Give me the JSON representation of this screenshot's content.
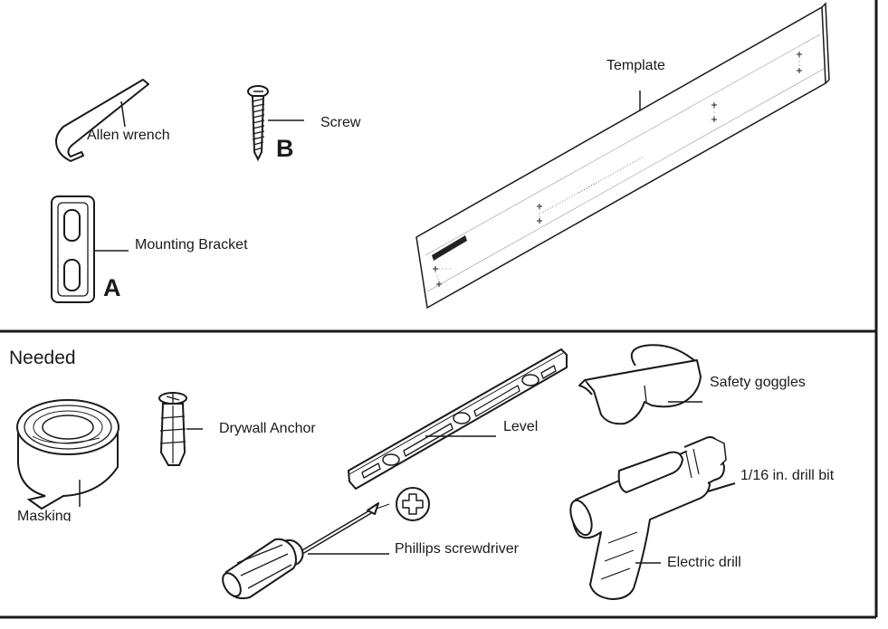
{
  "included": {
    "items": [
      {
        "name": "allen-wrench",
        "label": "Allen wrench"
      },
      {
        "name": "screw",
        "label": "Screw",
        "letter": "B"
      },
      {
        "name": "mounting-bracket",
        "label": "Mounting Bracket",
        "letter": "A"
      },
      {
        "name": "template",
        "label": "Template"
      }
    ]
  },
  "needed": {
    "heading": "Needed",
    "items": [
      {
        "name": "masking-tape",
        "label": "Masking"
      },
      {
        "name": "drywall-anchor",
        "label": "Drywall Anchor"
      },
      {
        "name": "level",
        "label": "Level"
      },
      {
        "name": "safety-goggles",
        "label": "Safety goggles"
      },
      {
        "name": "drill-bit",
        "label": "1/16 in. drill bit"
      },
      {
        "name": "phillips-screwdriver",
        "label": "Phillips screwdriver"
      },
      {
        "name": "electric-drill",
        "label": "Electric drill"
      }
    ]
  },
  "colors": {
    "line": "#1a1a1a",
    "grip": "#d9d9d9",
    "fill": "#ffffff"
  }
}
